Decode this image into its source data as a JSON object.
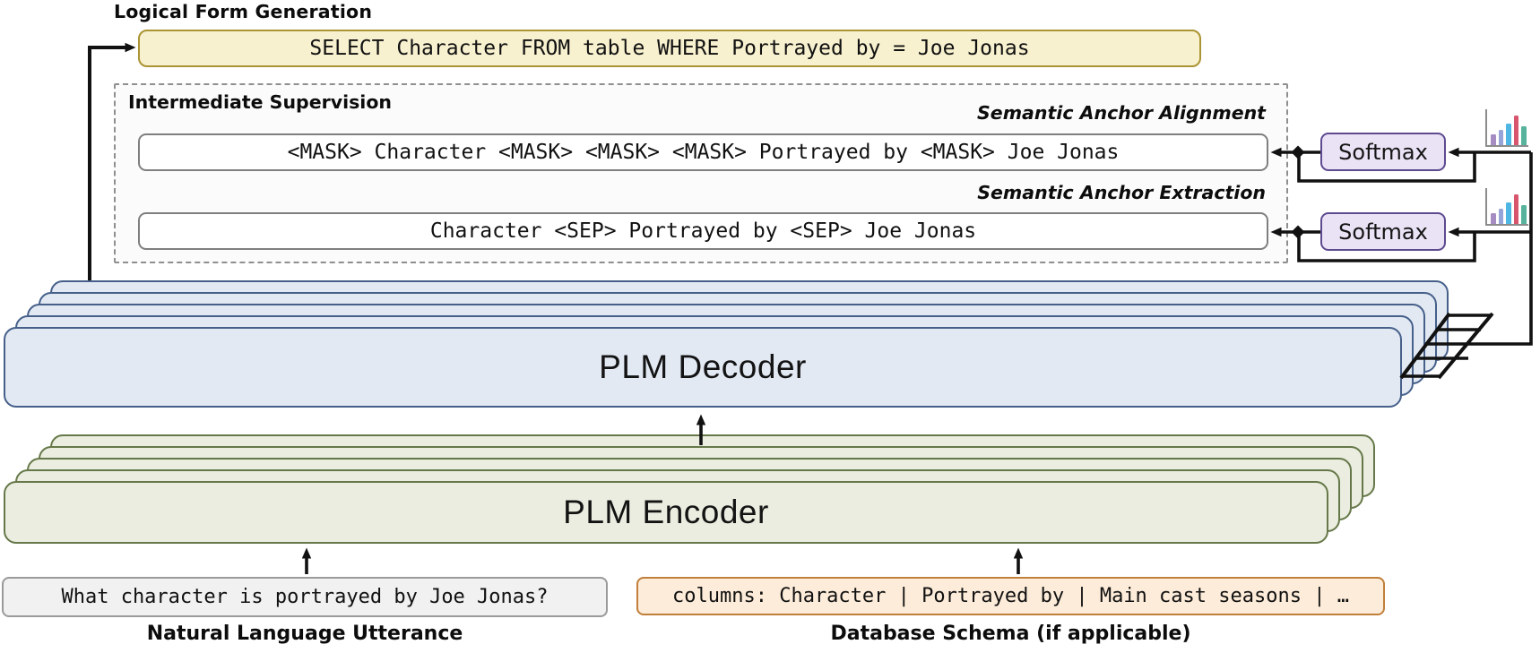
{
  "title": "Logical Form Generation",
  "logical_form_box": {
    "text": "SELECT Character FROM table WHERE Portrayed by = Joe Jonas"
  },
  "intermediate_supervision": {
    "label": "Intermediate Supervision",
    "alignment": {
      "label": "Semantic Anchor Alignment",
      "text": "<MASK> Character <MASK> <MASK> <MASK> Portrayed by <MASK> Joe Jonas"
    },
    "extraction": {
      "label": "Semantic Anchor Extraction",
      "text": "Character <SEP> Portrayed by <SEP> Joe Jonas"
    }
  },
  "softmax": {
    "label": "Softmax"
  },
  "decoder": {
    "label": "PLM Decoder"
  },
  "encoder": {
    "label": "PLM Encoder"
  },
  "inputs": {
    "utterance": {
      "text": "What character is portrayed by Joe Jonas?",
      "label": "Natural Language Utterance"
    },
    "schema": {
      "text": "columns: Character | Portrayed by | Main cast seasons | …",
      "label": "Database Schema (if applicable)"
    }
  },
  "icons": {
    "distribution": "bar-chart-icon"
  },
  "colors": {
    "yellow_fill": "#f8f1cf",
    "yellow_border": "#ab9433",
    "dashed_fill": "#fbfbfb",
    "dashed_border": "#8f8f8f",
    "white_box_border": "#7f7f7f",
    "softmax_fill": "#eae2f5",
    "softmax_border": "#5d4a8f",
    "decoder_fill": "#e2e9f3",
    "decoder_border": "#46608a",
    "encoder_fill": "#eaeddf",
    "encoder_border": "#667849",
    "utterance_fill": "#f1f1f1",
    "utterance_border": "#9a9a9a",
    "schema_fill": "#fdecd9",
    "schema_border": "#c07f3a",
    "axis_color": "#8c8c8c",
    "bar_purple": "#a58cc2",
    "bar_periwinkle": "#96a4d8",
    "bar_blue": "#4db6e2",
    "bar_red": "#d8556e",
    "bar_teal": "#57b39c",
    "wire_color": "#111111"
  }
}
